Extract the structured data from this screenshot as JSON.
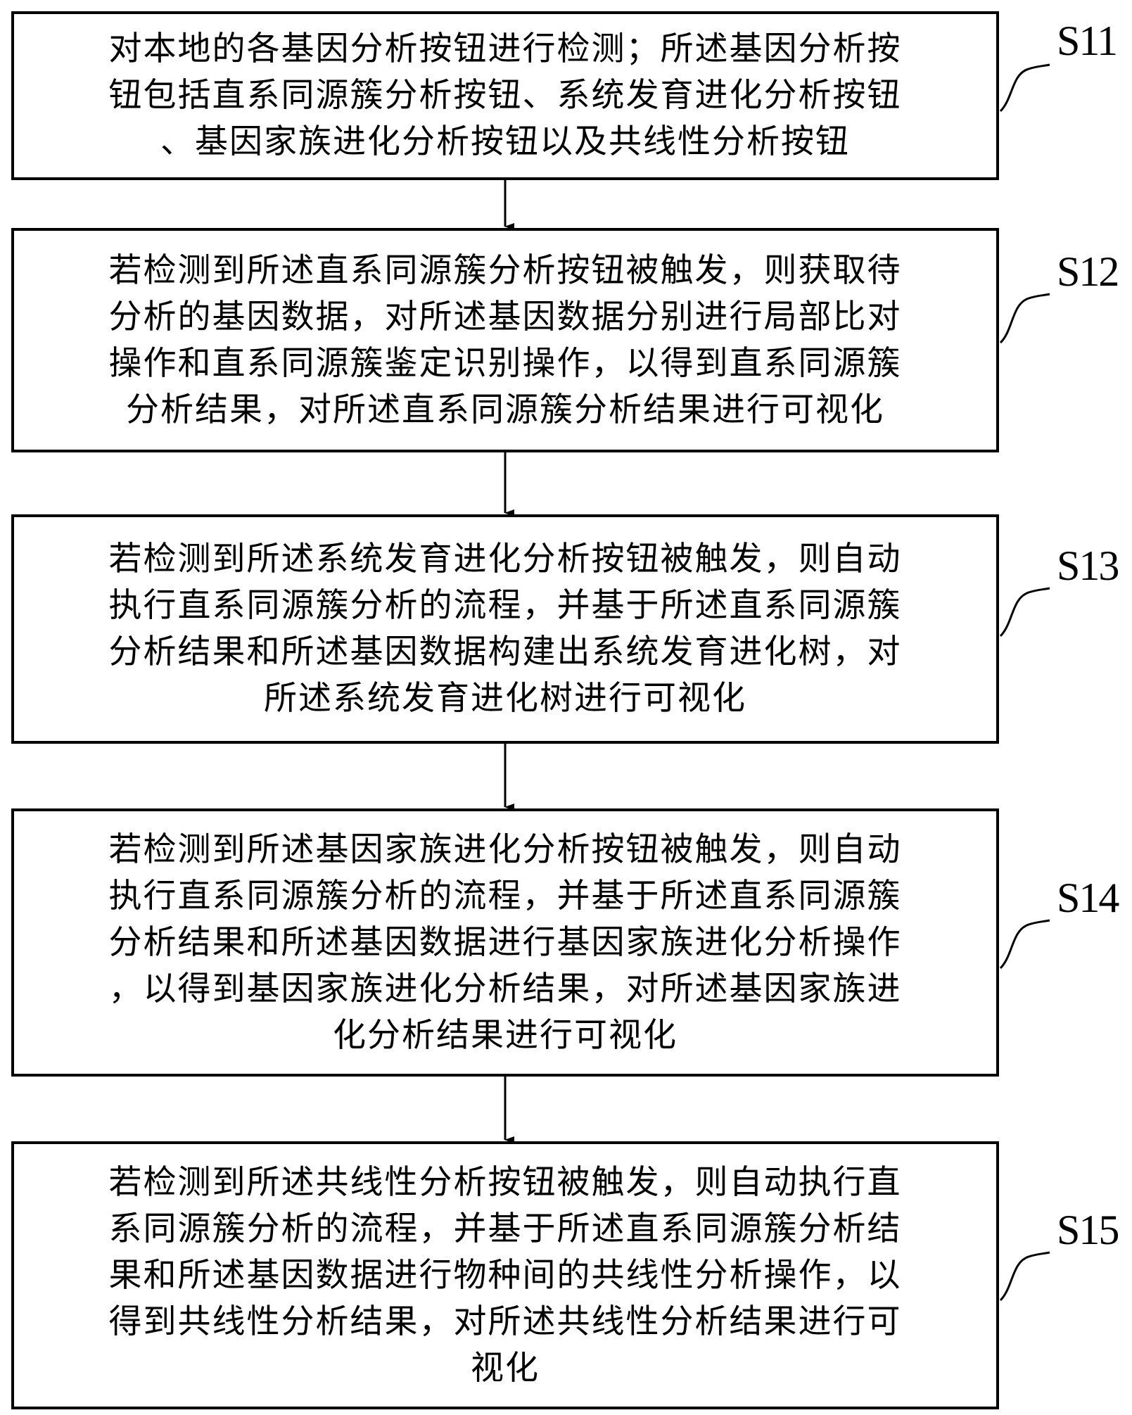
{
  "flowchart": {
    "steps": [
      {
        "label": "S11",
        "lines": [
          "对本地的各基因分析按钮进行检测；所述基因分析按",
          "钮包括直系同源簇分析按钮、系统发育进化分析按钮",
          "、基因家族进化分析按钮以及共线性分析按钮"
        ]
      },
      {
        "label": "S12",
        "lines": [
          "若检测到所述直系同源簇分析按钮被触发，则获取待",
          "分析的基因数据，对所述基因数据分别进行局部比对",
          "操作和直系同源簇鉴定识别操作，以得到直系同源簇",
          "分析结果，对所述直系同源簇分析结果进行可视化"
        ]
      },
      {
        "label": "S13",
        "lines": [
          "若检测到所述系统发育进化分析按钮被触发，则自动",
          "执行直系同源簇分析的流程，并基于所述直系同源簇",
          "分析结果和所述基因数据构建出系统发育进化树，对",
          "所述系统发育进化树进行可视化"
        ]
      },
      {
        "label": "S14",
        "lines": [
          "若检测到所述基因家族进化分析按钮被触发，则自动",
          "执行直系同源簇分析的流程，并基于所述直系同源簇",
          "分析结果和所述基因数据进行基因家族进化分析操作",
          "，以得到基因家族进化分析结果，对所述基因家族进",
          "化分析结果进行可视化"
        ]
      },
      {
        "label": "S15",
        "lines": [
          "若检测到所述共线性分析按钮被触发，则自动执行直",
          "系同源簇分析的流程，并基于所述直系同源簇分析结",
          "果和所述基因数据进行物种间的共线性分析操作，以",
          "得到共线性分析结果，对所述共线性分析结果进行可",
          "视化"
        ]
      }
    ]
  }
}
